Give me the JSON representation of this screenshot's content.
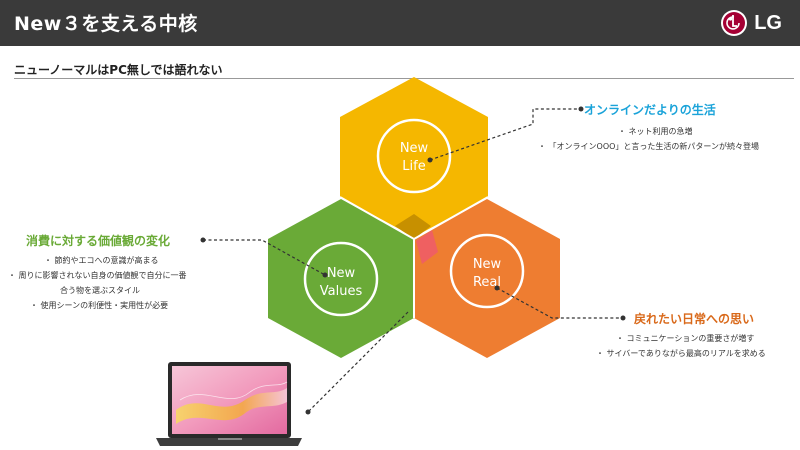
{
  "header": {
    "title": "New３を支える中核",
    "logo_text": "LG"
  },
  "subtitle": "ニューノーマルはPC無しでは語れない",
  "hexagons": [
    {
      "id": "life",
      "line1": "New",
      "line2": "Life",
      "color": "#f5b700"
    },
    {
      "id": "values",
      "line1": "New",
      "line2": "Values",
      "color": "#6aaa37"
    },
    {
      "id": "real",
      "line1": "New",
      "line2": "Real",
      "color": "#ee7d31"
    }
  ],
  "online": {
    "heading": "オンラインだよりの生活",
    "heading_color": "#1aa3d9",
    "bullets": [
      "・ ネット利用の急増",
      "・ 「オンラインOOO」と言った生活の新パターンが続々登場"
    ]
  },
  "values_block": {
    "heading": "消費に対する価値観の変化",
    "heading_color": "#6aaa37",
    "bullets": [
      "・ 節約やエコへの意識が高まる",
      "・ 周りに影響されない自身の価値観で自分に一番",
      "合う物を選ぶスタイル",
      "・ 使用シーンの利便性・実用性が必要"
    ]
  },
  "real_block": {
    "heading": "戻れたい日常への思い",
    "heading_color": "#d9691a",
    "bullets": [
      "・ コミュニケーションの重要さが増す",
      "・ サイバーでありながら最高のリアルを求める"
    ]
  },
  "laptop": {
    "icon": "laptop-icon"
  }
}
